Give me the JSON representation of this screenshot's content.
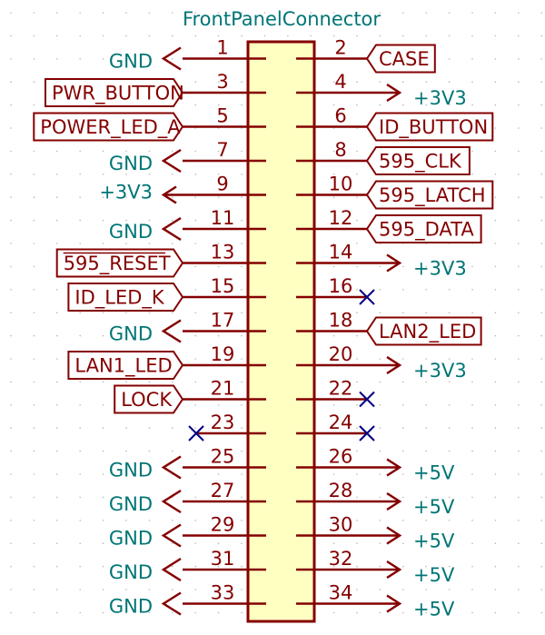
{
  "colors": {
    "line": "#840000",
    "body_fill": "#ffffc2",
    "power_text": "#007575",
    "no_connect": "#000084",
    "grid_dot": "#b8b8b8"
  },
  "component": {
    "name": "FrontPanelConnector"
  },
  "pins": [
    {
      "num": "1",
      "side": "left",
      "net": "GND",
      "type": "power-in"
    },
    {
      "num": "2",
      "side": "right",
      "net": "CASE",
      "type": "label"
    },
    {
      "num": "3",
      "side": "left",
      "net": "PWR_BUTTON",
      "type": "label"
    },
    {
      "num": "4",
      "side": "right",
      "net": "+3V3",
      "type": "power-out"
    },
    {
      "num": "5",
      "side": "left",
      "net": "POWER_LED_A",
      "type": "label"
    },
    {
      "num": "6",
      "side": "right",
      "net": "ID_BUTTON",
      "type": "label"
    },
    {
      "num": "7",
      "side": "left",
      "net": "GND",
      "type": "power-in"
    },
    {
      "num": "8",
      "side": "right",
      "net": "595_CLK",
      "type": "label"
    },
    {
      "num": "9",
      "side": "left",
      "net": "+3V3",
      "type": "power-out"
    },
    {
      "num": "10",
      "side": "right",
      "net": "595_LATCH",
      "type": "label"
    },
    {
      "num": "11",
      "side": "left",
      "net": "GND",
      "type": "power-in"
    },
    {
      "num": "12",
      "side": "right",
      "net": "595_DATA",
      "type": "label"
    },
    {
      "num": "13",
      "side": "left",
      "net": "595_RESET",
      "type": "label",
      "overline": true
    },
    {
      "num": "14",
      "side": "right",
      "net": "+3V3",
      "type": "power-out"
    },
    {
      "num": "15",
      "side": "left",
      "net": "ID_LED_K",
      "type": "label"
    },
    {
      "num": "16",
      "side": "right",
      "net": "",
      "type": "nc"
    },
    {
      "num": "17",
      "side": "left",
      "net": "GND",
      "type": "power-in"
    },
    {
      "num": "18",
      "side": "right",
      "net": "LAN2_LED",
      "type": "label"
    },
    {
      "num": "19",
      "side": "left",
      "net": "LAN1_LED",
      "type": "label"
    },
    {
      "num": "20",
      "side": "right",
      "net": "+3V3",
      "type": "power-out"
    },
    {
      "num": "21",
      "side": "left",
      "net": "LOCK",
      "type": "label"
    },
    {
      "num": "22",
      "side": "right",
      "net": "",
      "type": "nc"
    },
    {
      "num": "23",
      "side": "left",
      "net": "",
      "type": "nc"
    },
    {
      "num": "24",
      "side": "right",
      "net": "",
      "type": "nc"
    },
    {
      "num": "25",
      "side": "left",
      "net": "GND",
      "type": "power-in"
    },
    {
      "num": "26",
      "side": "right",
      "net": "+5V",
      "type": "power-out"
    },
    {
      "num": "27",
      "side": "left",
      "net": "GND",
      "type": "power-in"
    },
    {
      "num": "28",
      "side": "right",
      "net": "+5V",
      "type": "power-out"
    },
    {
      "num": "29",
      "side": "left",
      "net": "GND",
      "type": "power-in"
    },
    {
      "num": "30",
      "side": "right",
      "net": "+5V",
      "type": "power-out"
    },
    {
      "num": "31",
      "side": "left",
      "net": "GND",
      "type": "power-in"
    },
    {
      "num": "32",
      "side": "right",
      "net": "+5V",
      "type": "power-out"
    },
    {
      "num": "33",
      "side": "left",
      "net": "GND",
      "type": "power-in"
    },
    {
      "num": "34",
      "side": "right",
      "net": "+5V",
      "type": "power-out"
    }
  ]
}
